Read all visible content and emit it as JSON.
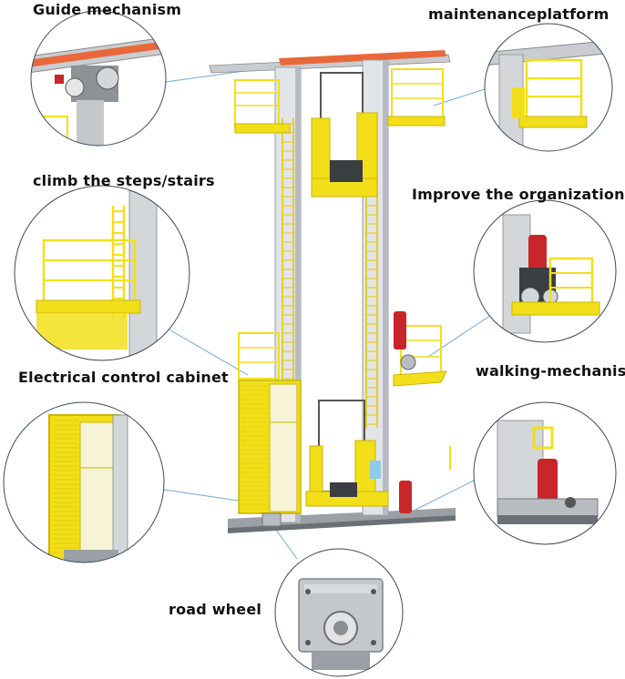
{
  "callouts": {
    "guide_mechanism": "Guide mechanism",
    "maintenance_platform": "maintenanceplatform",
    "climb_stairs": "climb the steps/stairs",
    "improve_organization": "Improve the organization",
    "electrical_cabinet": "Electrical control cabinet",
    "walking_mechanism": "walking-mechanis",
    "road_wheel": "road wheel"
  },
  "colors": {
    "safety_yellow": "#f2df1a",
    "frame_grey": "#d4d7da",
    "motor_red": "#c8262a",
    "rail_orange": "#e8683a",
    "leader_line": "#6fa8d6",
    "circle_outline": "#3b4a5c"
  }
}
